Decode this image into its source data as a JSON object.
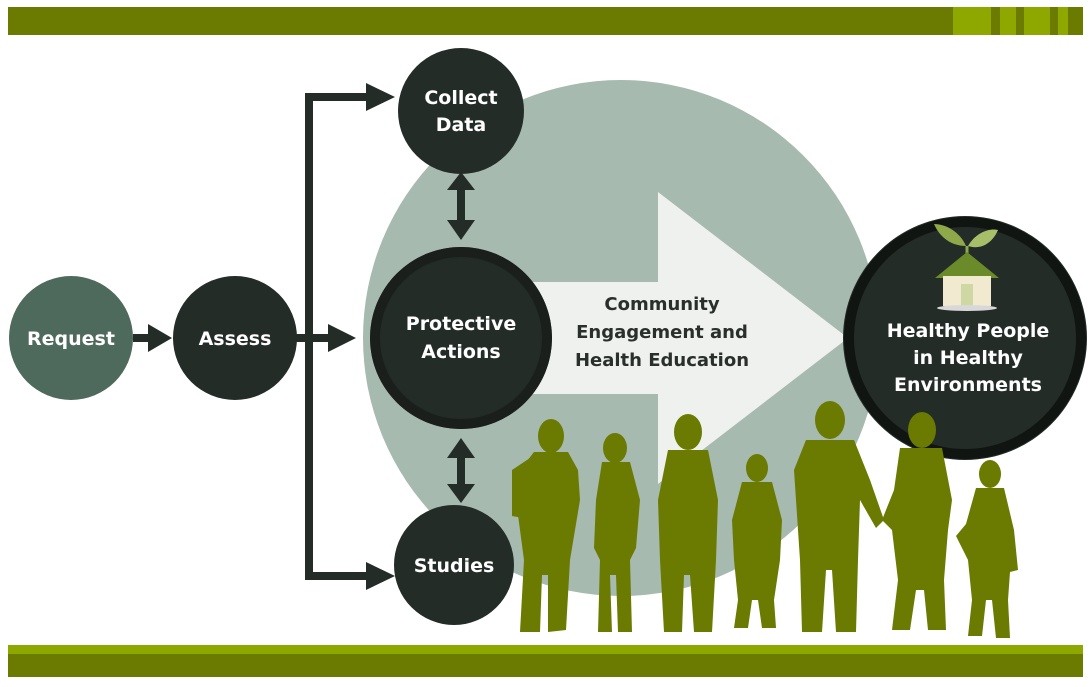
{
  "colors": {
    "band_dark": "#6b7a00",
    "band_light": "#8fa800",
    "big_circle": "#a6bab0",
    "arrow_fill": "#eef1ee",
    "node_dark": "#232c27",
    "node_request": "#4e6a5c",
    "connector": "#232c27",
    "silhouette": "#6b7a00",
    "text_light": "#ffffff",
    "text_dark": "#2a2f2c"
  },
  "nodes": {
    "request": "Request",
    "assess": "Assess",
    "collect_line1": "Collect",
    "collect_line2": "Data",
    "protective_line1": "Protective",
    "protective_line2": "Actions",
    "studies": "Studies",
    "healthy_line1": "Healthy People",
    "healthy_line2": "in Healthy",
    "healthy_line3": "Environments"
  },
  "arrow_label": {
    "line1": "Community",
    "line2": "Engagement and",
    "line3": "Health Education"
  },
  "icons": {
    "house": "house-with-sprout-icon",
    "people": "family-silhouettes"
  }
}
